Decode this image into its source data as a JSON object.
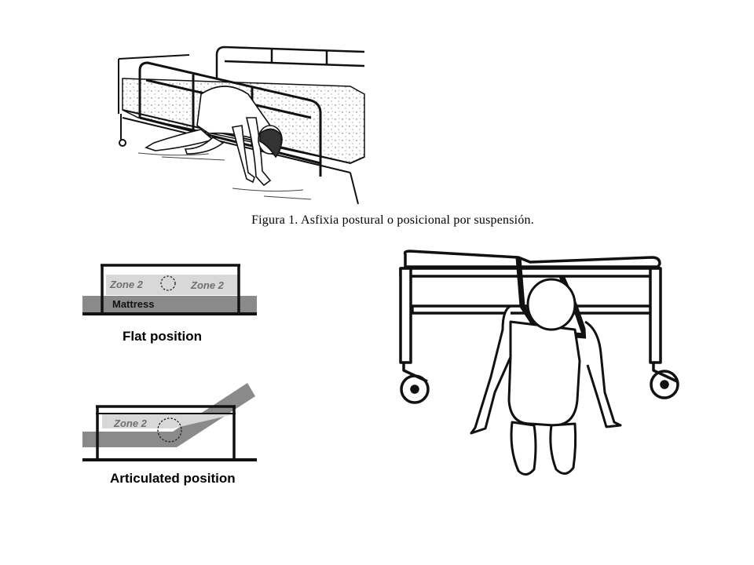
{
  "caption": "Figura 1. Asfixia postural o posicional por suspensión.",
  "flat_diagram": {
    "zone_left": "Zone 2",
    "zone_right": "Zone 2",
    "mattress": "Mattress",
    "title": "Flat position"
  },
  "articulated_diagram": {
    "zone": "Zone 2",
    "title": "Articulated position"
  },
  "colors": {
    "ink": "#111111",
    "mattress_gray": "#8a8a8a",
    "zone_gray": "#d8d8d8",
    "zone_text": "#6f6f6f"
  }
}
